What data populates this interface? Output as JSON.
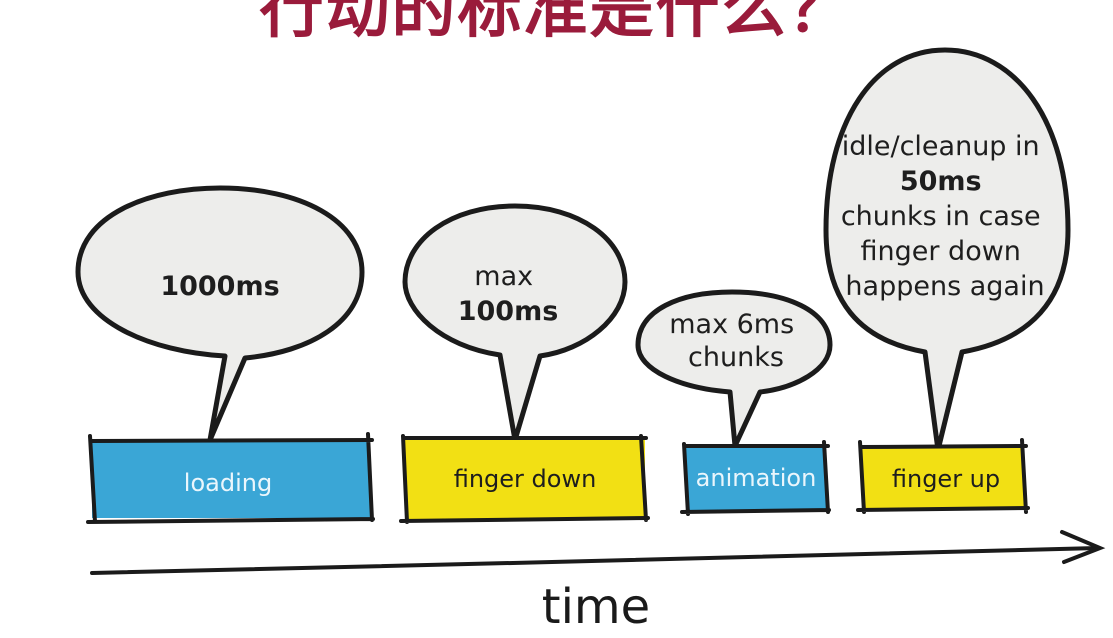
{
  "header": {
    "title": "行动的标准是什么？"
  },
  "colors": {
    "title": "#9a1b3b",
    "loading": "#3aa6d6",
    "finger_down": "#f2e014",
    "animation": "#3aa6d6",
    "finger_up": "#f2e014",
    "bubble_fill": "#ededeb",
    "ink": "#1b1b1b"
  },
  "phases": [
    {
      "id": "loading",
      "label": "loading",
      "bubble_lines": [
        "1000ms"
      ]
    },
    {
      "id": "finger-down",
      "label": "finger down",
      "bubble_lines": [
        "max",
        "100ms"
      ]
    },
    {
      "id": "animation",
      "label": "animation",
      "bubble_lines": [
        "max 6ms",
        "chunks"
      ]
    },
    {
      "id": "finger-up",
      "label": "finger up",
      "bubble_lines": [
        "idle/cleanup in",
        "50ms",
        "chunks in case",
        "finger down",
        "happens again"
      ]
    }
  ],
  "axis": {
    "label": "time"
  }
}
